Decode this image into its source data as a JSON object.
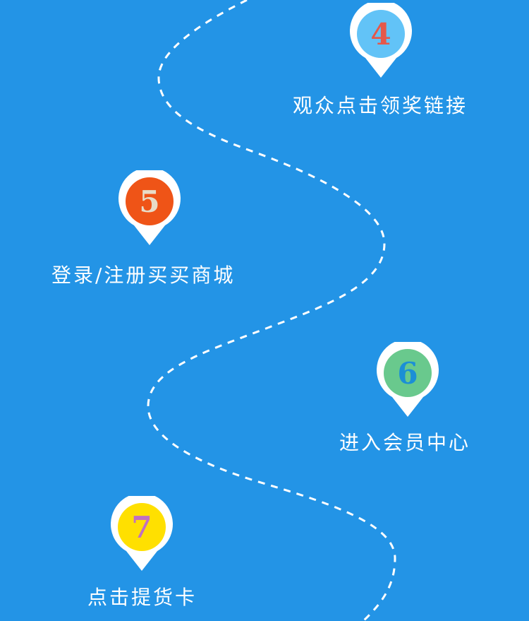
{
  "steps": [
    {
      "number": "4",
      "label": "观众点击领奖链接",
      "circle_color": "#62c3f7",
      "number_color": "#e5584a"
    },
    {
      "number": "5",
      "label": "登录/注册买买商城",
      "circle_color": "#ef5417",
      "number_color": "#e8dcc8"
    },
    {
      "number": "6",
      "label": "进入会员中心",
      "circle_color": "#69c98d",
      "number_color": "#1b8fd6"
    },
    {
      "number": "7",
      "label": "点击提货卡",
      "circle_color": "#ffe000",
      "number_color": "#c06fc2"
    }
  ],
  "colors": {
    "background": "#2394e6",
    "path": "#ffffff",
    "pin_outer": "#ffffff"
  }
}
